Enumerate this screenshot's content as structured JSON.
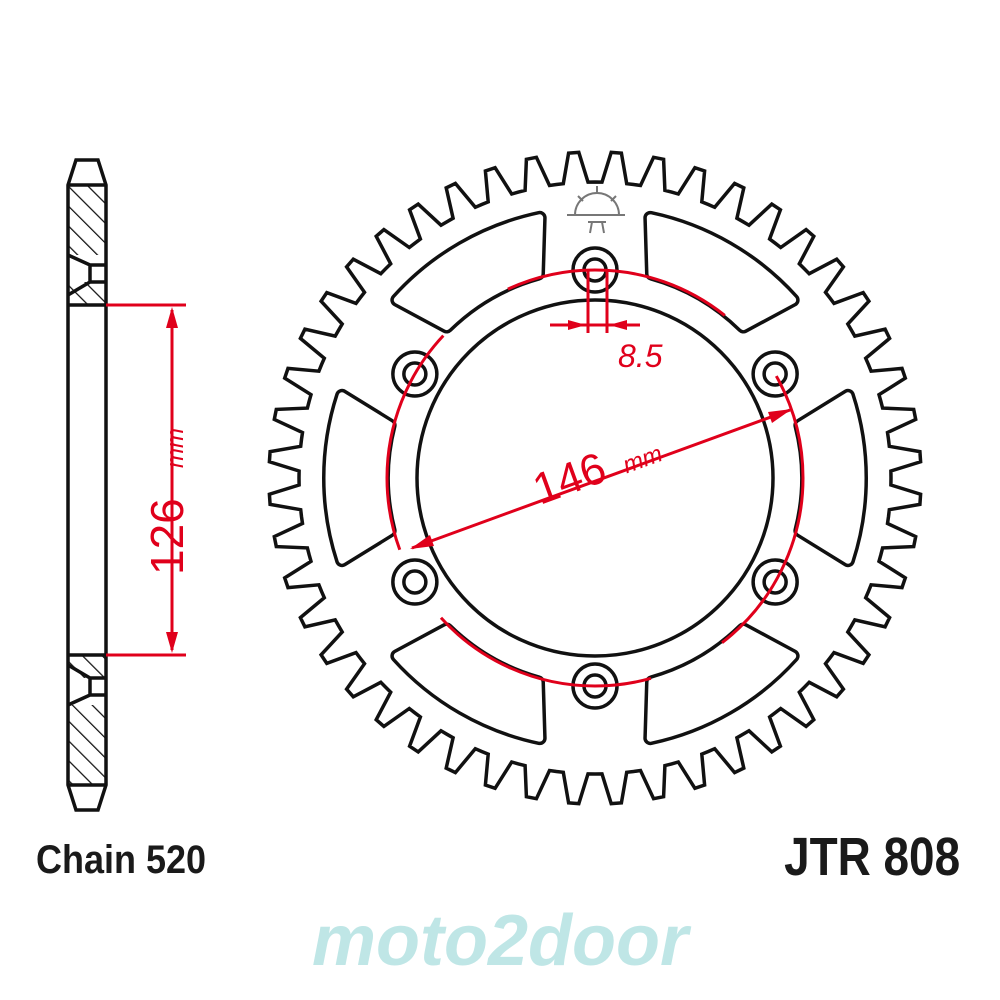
{
  "labels": {
    "chain": "Chain 520",
    "part_number": "JTR 808"
  },
  "dimensions": {
    "hub_thickness_value": "126",
    "hub_thickness_unit": "mm",
    "pcd_value": "146",
    "pcd_unit": "mm",
    "bolt_hole_value": "8.5"
  },
  "watermark": "moto2door",
  "colors": {
    "outline": "#111111",
    "dimension": "#e0001b",
    "watermark": "#bfe6e6"
  }
}
